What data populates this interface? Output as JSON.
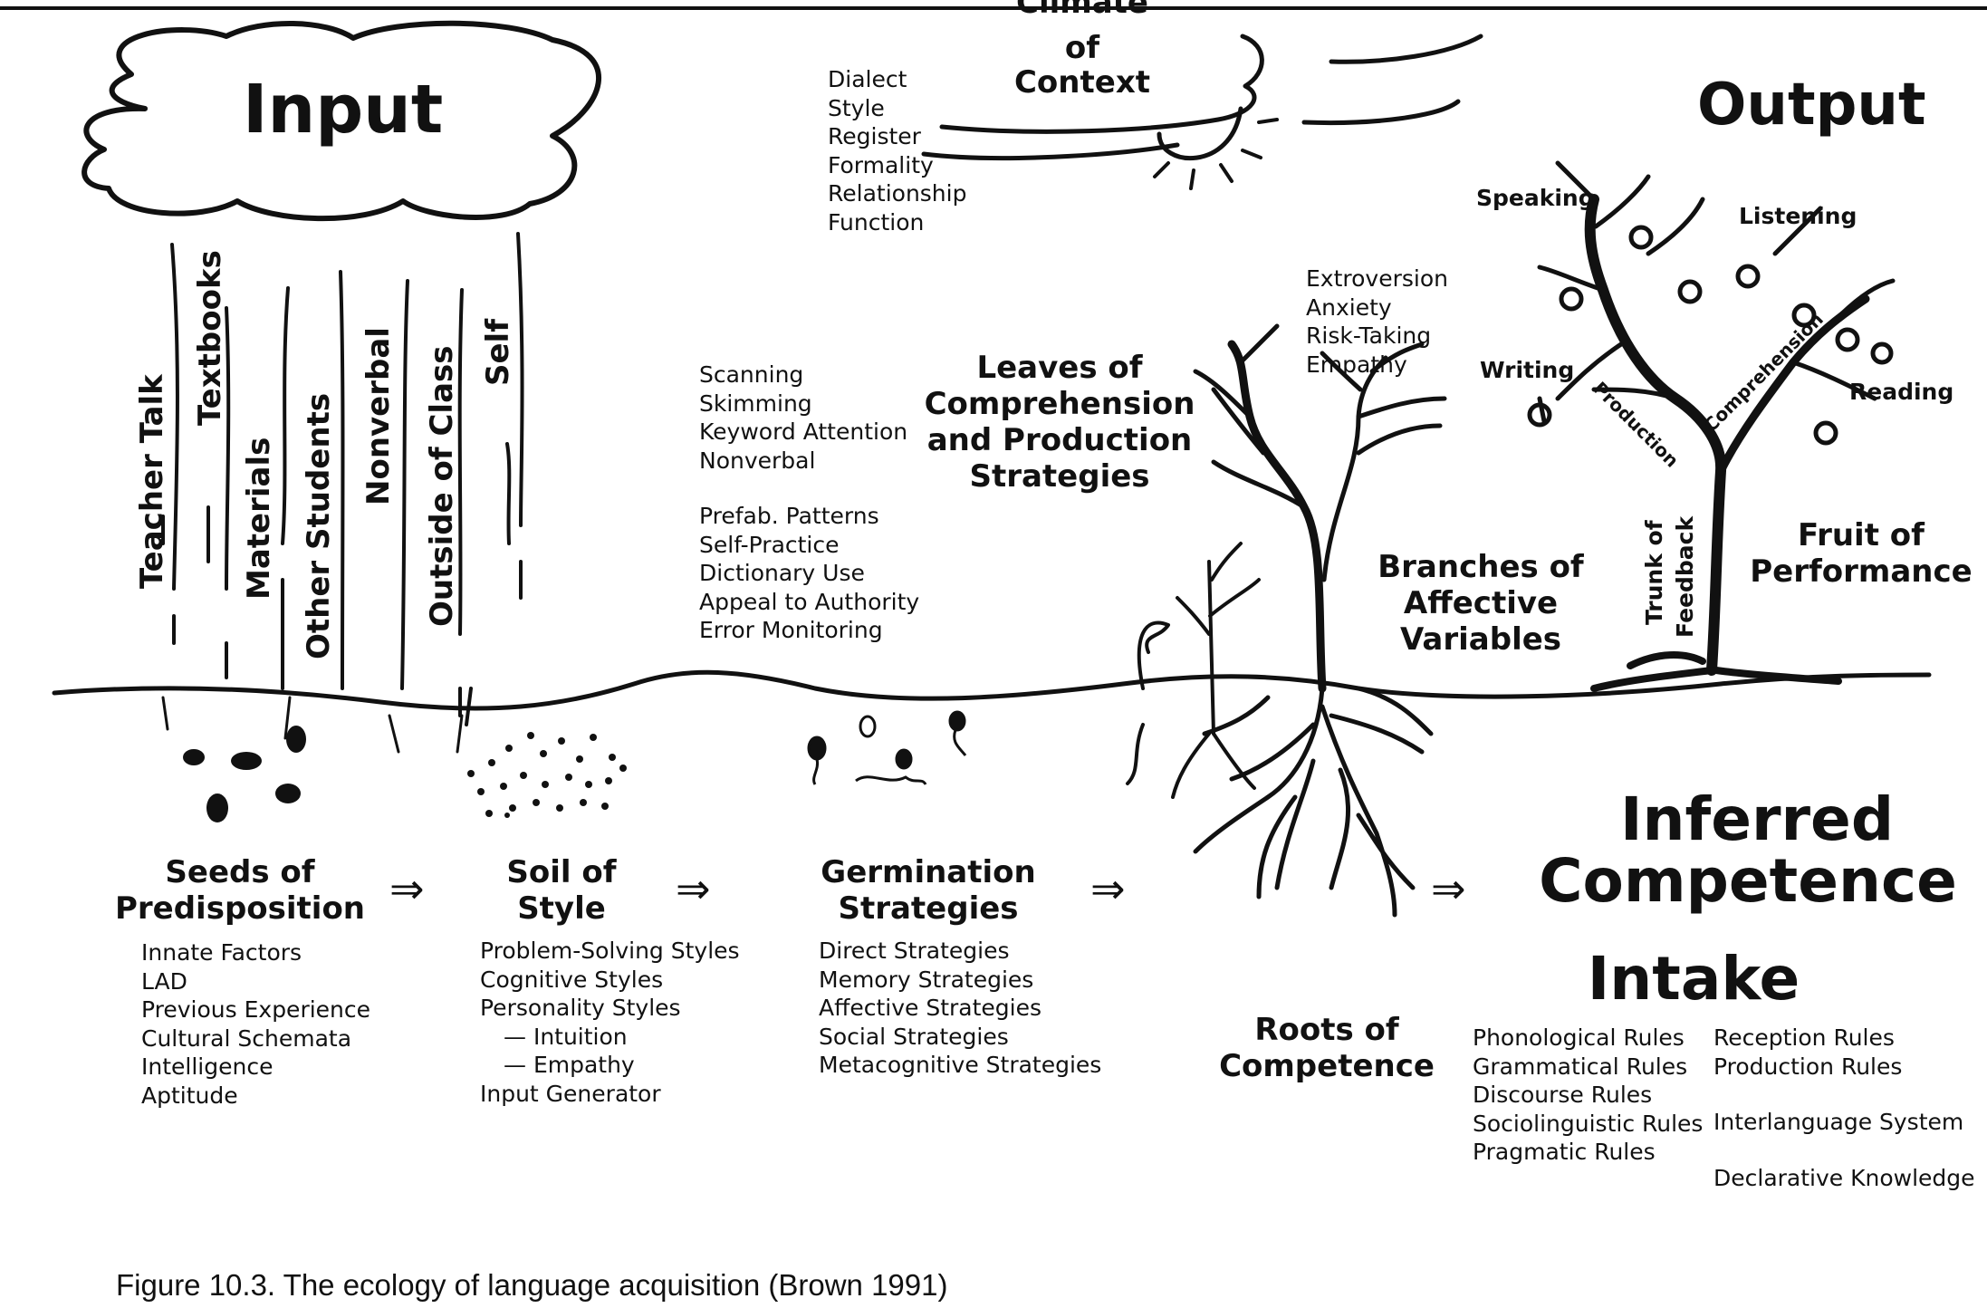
{
  "caption": "Figure 10.3.  The ecology of language acquisition (Brown 1991)",
  "input": {
    "title": "Input",
    "sources": [
      "Teacher Talk",
      "Textbooks",
      "Materials",
      "Other Students",
      "Nonverbal",
      "Outside of Class",
      "Self"
    ]
  },
  "climate": {
    "title_1": "Climate",
    "title_2": "of",
    "title_3": "Context",
    "items": [
      "Dialect",
      "Style",
      "Register",
      "Formality",
      "Relationship",
      "Function"
    ]
  },
  "output": {
    "title": "Output",
    "skills": {
      "speaking": "Speaking",
      "listening": "Listening",
      "writing": "Writing",
      "reading": "Reading"
    },
    "branch_labels": {
      "production": "Production",
      "comprehension": "Comprehension"
    },
    "trunk_1": "Trunk of",
    "trunk_2": "Feedback",
    "fruit_1": "Fruit of",
    "fruit_2": "Performance"
  },
  "leaves": {
    "title_lines": [
      "Leaves of",
      "Comprehension",
      "and Production",
      "Strategies"
    ],
    "comprehension_items": [
      "Scanning",
      "Skimming",
      "Keyword Attention",
      "Nonverbal"
    ],
    "production_items": [
      "Prefab. Patterns",
      "Self-Practice",
      "Dictionary Use",
      "Appeal to Authority",
      "Error Monitoring"
    ]
  },
  "affective": {
    "items": [
      "Extroversion",
      "Anxiety",
      "Risk-Taking",
      "Empathy"
    ],
    "title_lines": [
      "Branches of",
      "Affective",
      "Variables"
    ]
  },
  "seeds": {
    "title_1": "Seeds of",
    "title_2": "Predisposition",
    "items": [
      "Innate Factors",
      "LAD",
      "Previous Experience",
      "Cultural Schemata",
      "Intelligence",
      "Aptitude"
    ]
  },
  "soil": {
    "title_1": "Soil of",
    "title_2": "Style",
    "items": [
      "Problem-Solving Styles",
      "Cognitive Styles",
      "Personality Styles",
      "— Intuition",
      "— Empathy",
      "Input Generator"
    ]
  },
  "germination": {
    "title_1": "Germination",
    "title_2": "Strategies",
    "items": [
      "Direct Strategies",
      "Memory Strategies",
      "Affective Strategies",
      "Social Strategies",
      "Metacognitive Strategies"
    ]
  },
  "roots": {
    "title_1": "Roots of",
    "title_2": "Competence"
  },
  "inferred": {
    "title_1": "Inferred",
    "title_2": "Competence",
    "intake": "Intake"
  },
  "rules": {
    "left": [
      "Phonological Rules",
      "Grammatical Rules",
      "Discourse Rules",
      "Sociolinguistic Rules",
      "Pragmatic Rules"
    ],
    "right_1": [
      "Reception Rules",
      "Production Rules"
    ],
    "right_2": "Interlanguage System",
    "right_3": "Declarative Knowledge"
  },
  "arrow_symbol": "⇒"
}
